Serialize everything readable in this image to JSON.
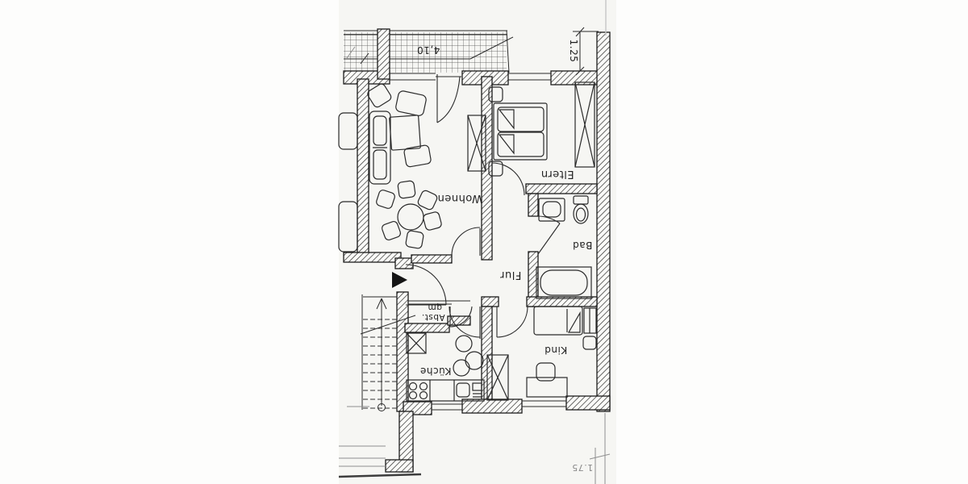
{
  "rooms": {
    "living": {
      "label": "Wohnen"
    },
    "parents": {
      "label": "Eltern"
    },
    "bath": {
      "label": "Bad"
    },
    "hall": {
      "label": "Flur"
    },
    "kitchen": {
      "label": "Küche"
    },
    "child": {
      "label": "Kind"
    },
    "storage": {
      "label": "Abst.",
      "unit": "qm"
    }
  },
  "dimensions": {
    "balcony_width": "4,10",
    "balcony_depth": "1.25",
    "lower_right": "1.75"
  },
  "colors": {
    "ink": "#1f1f1f",
    "paper": "#fdfdfc",
    "scan_tint": "#f6f6f3",
    "dim_gray": "#8a8a8a"
  }
}
